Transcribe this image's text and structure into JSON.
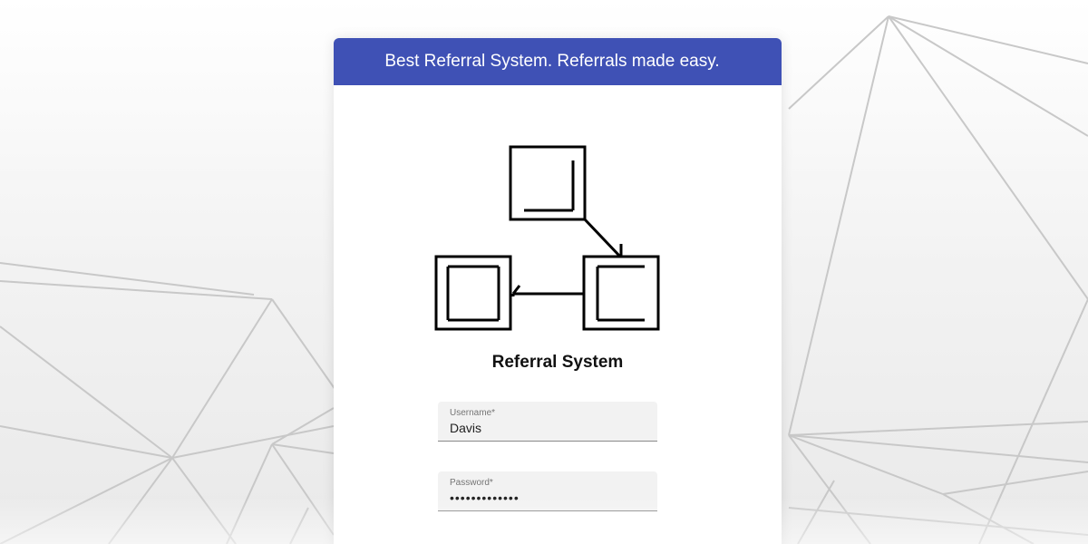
{
  "header": {
    "tagline": "Best Referral System. Referrals made easy."
  },
  "logo": {
    "icon": "referral-network-icon"
  },
  "app": {
    "title": "Referral System"
  },
  "form": {
    "username": {
      "label": "Username*",
      "value": "Davis"
    },
    "password": {
      "label": "Password*",
      "value": "*************"
    }
  },
  "colors": {
    "header_bg": "#3f51b5",
    "background": "#f0f0f0",
    "field_bg": "#f2f2f2",
    "line_color": "#c4c4c4"
  }
}
